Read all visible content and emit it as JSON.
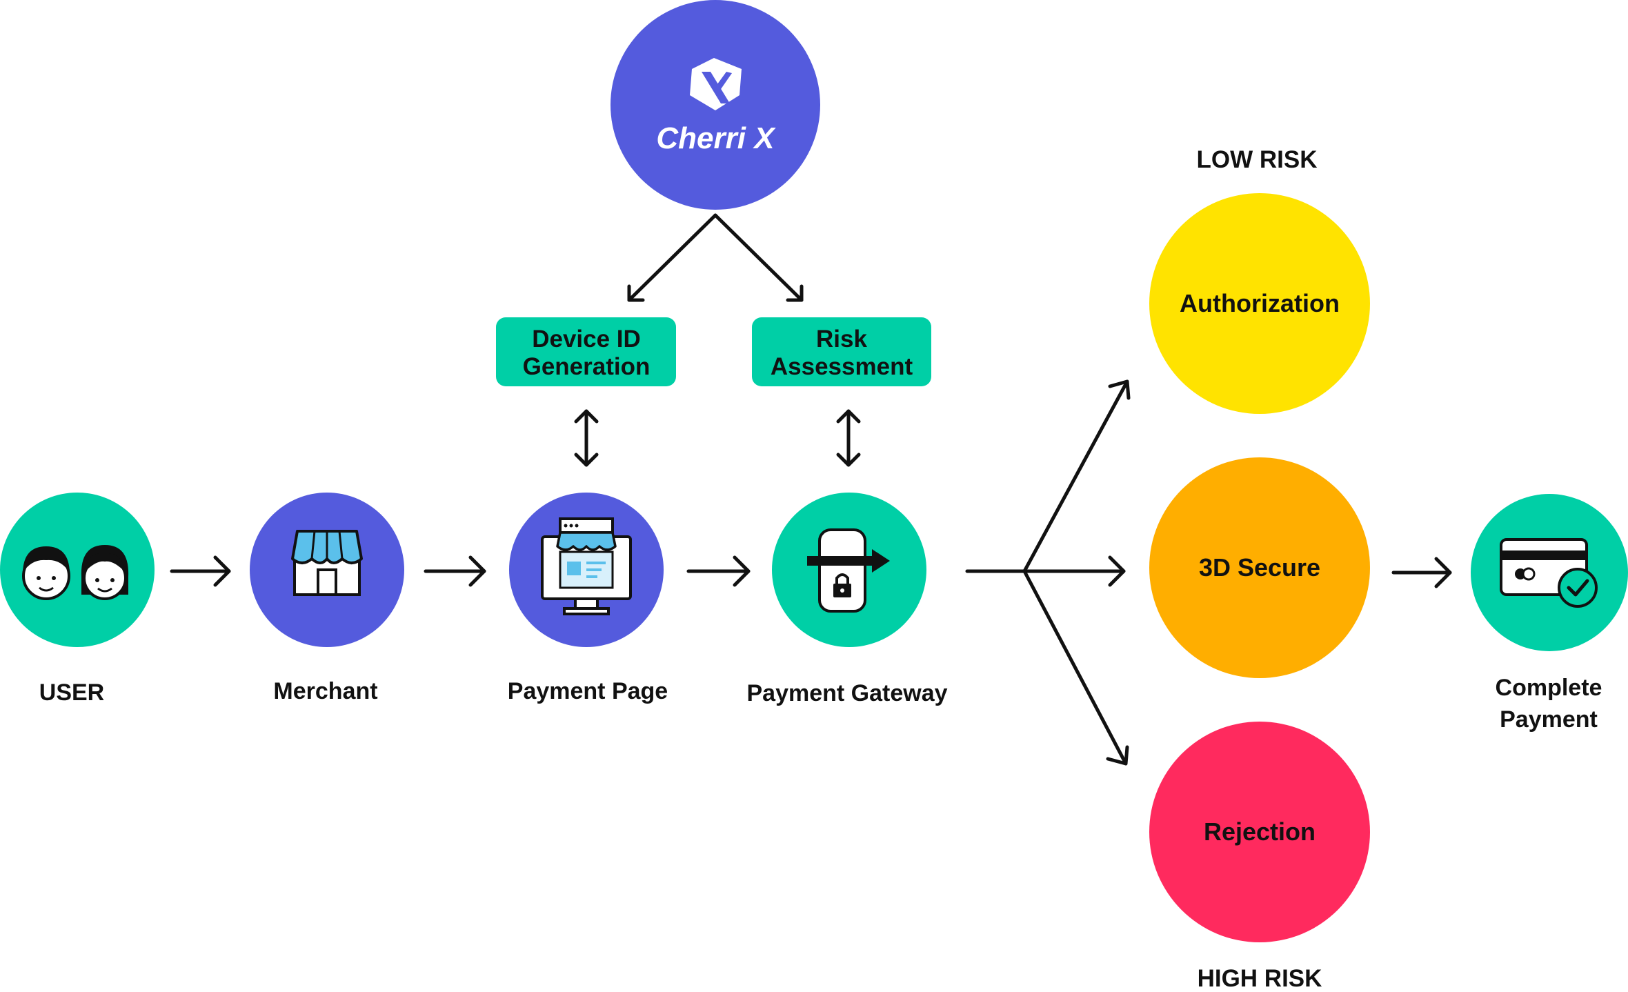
{
  "colors": {
    "teal": "#00CFA6",
    "purple": "#545BDD",
    "yellow": "#FFE300",
    "orange": "#FFAE00",
    "red": "#FF2A5E",
    "ink": "#111111"
  },
  "brand": {
    "name": "Cherri X"
  },
  "process_boxes": {
    "device": {
      "line1": "Device ID",
      "line2": "Generation"
    },
    "risk": {
      "line1": "Risk",
      "line2": "Assessment"
    }
  },
  "flow_nodes": {
    "user": "USER",
    "merchant": "Merchant",
    "payment_page": "Payment Page",
    "payment_gateway": "Payment Gateway",
    "complete": {
      "line1": "Complete",
      "line2": "Payment"
    }
  },
  "outcomes": {
    "authorization": "Authorization",
    "secure": "3D Secure",
    "rejection": "Rejection"
  },
  "risk_levels": {
    "low": "LOW RISK",
    "high": "HIGH RISK"
  }
}
